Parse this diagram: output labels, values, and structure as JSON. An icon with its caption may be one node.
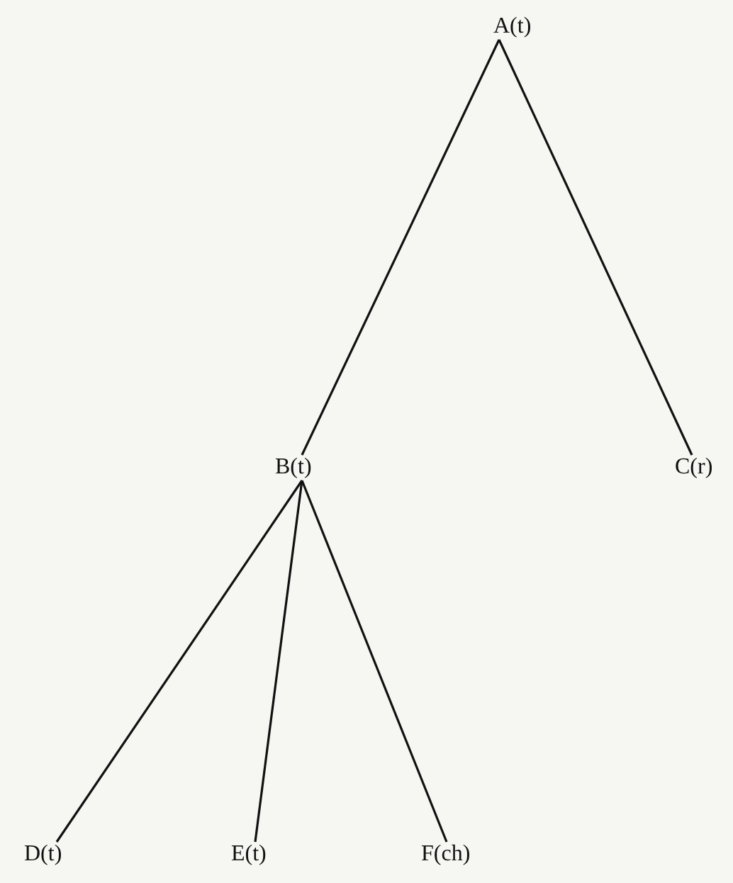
{
  "diagram": {
    "nodes": [
      {
        "text": [
          "A(t)"
        ]
      },
      {
        "text": [
          "B(t)"
        ]
      },
      {
        "text": [
          "C(r)"
        ]
      },
      {
        "text": [
          "D(t)"
        ]
      },
      {
        "text": [
          "E(t)"
        ]
      },
      {
        "text": [
          "F(ch)"
        ]
      }
    ],
    "edges": [
      {
        "from": 0,
        "to": 1,
        "arrow": "none"
      },
      {
        "from": 0,
        "to": 2,
        "arrow": "none"
      },
      {
        "from": 1,
        "to": 3,
        "arrow": "none"
      },
      {
        "from": 1,
        "to": 4,
        "arrow": "none"
      },
      {
        "from": 1,
        "to": 5,
        "arrow": "none"
      }
    ]
  }
}
